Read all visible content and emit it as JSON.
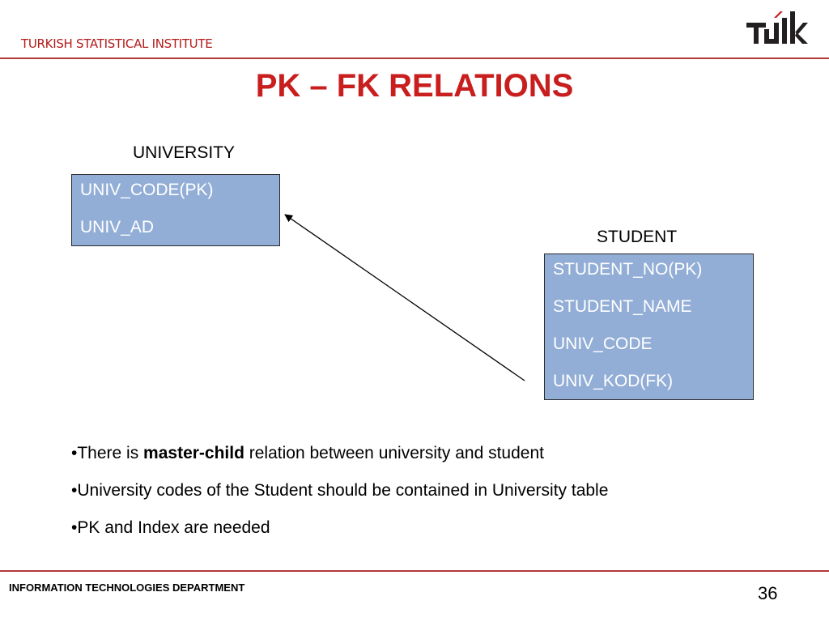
{
  "header": {
    "org_name": "TURKISH STATISTICAL INSTITUTE",
    "logo_icon": "tuik-logo-icon",
    "brand_color": "#b31b1b"
  },
  "title": "PK – FK RELATIONS",
  "university": {
    "label": "UNIVERSITY",
    "fields": [
      "UNIV_CODE(PK)",
      "UNIV_AD"
    ]
  },
  "student": {
    "label": "STUDENT",
    "fields": [
      "STUDENT_NO(PK)",
      "STUDENT_NAME",
      "UNIV_CODE",
      "UNIV_KOD(FK)"
    ]
  },
  "box_color": "#92aed6",
  "bullets": [
    {
      "pre": "•There is ",
      "bold": "master-child",
      "post": " relation between university and student"
    },
    {
      "pre": "•University codes of the Student should be contained in University table",
      "bold": "",
      "post": ""
    },
    {
      "pre": "•PK and Index are needed",
      "bold": "",
      "post": ""
    }
  ],
  "footer": {
    "department": "INFORMATION TECHNOLOGIES DEPARTMENT",
    "page_number": "36"
  }
}
